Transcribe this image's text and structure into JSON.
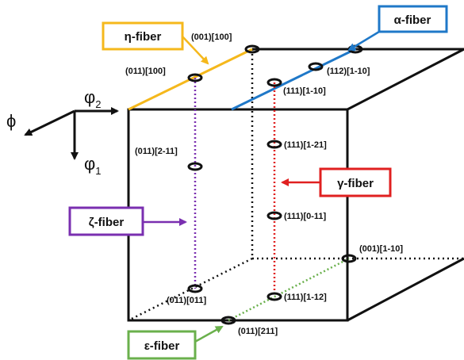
{
  "axes": {
    "phi": "ϕ",
    "phi2": "φ",
    "phi2_sub": "2",
    "phi1": "φ",
    "phi1_sub": "1"
  },
  "fibers": {
    "eta": {
      "label": "η-fiber",
      "color": "#f5b81c"
    },
    "alpha": {
      "label": "α-fiber",
      "color": "#1f78c8"
    },
    "gamma": {
      "label": "γ-fiber",
      "color": "#e02020"
    },
    "zeta": {
      "label": "ζ-fiber",
      "color": "#7a2fb0"
    },
    "epsilon": {
      "label": "ε-fiber",
      "color": "#6ab04c"
    }
  },
  "orientations": {
    "o001_100": "(001)[100]",
    "o011_100": "(011)[100]",
    "o112_1m10": "(112)[1-10]",
    "o111_1m10": "(111)[1-10]",
    "o011_2m11": "(011)[2-11]",
    "o111_1m21": "(111)[1-21]",
    "o111_0m11": "(111)[0-11]",
    "o001_1m10": "(001)[1-10]",
    "o011_011": "(011)[011]",
    "o111_1m12": "(111)[1-12]",
    "o011_211": "(011)[211]"
  }
}
